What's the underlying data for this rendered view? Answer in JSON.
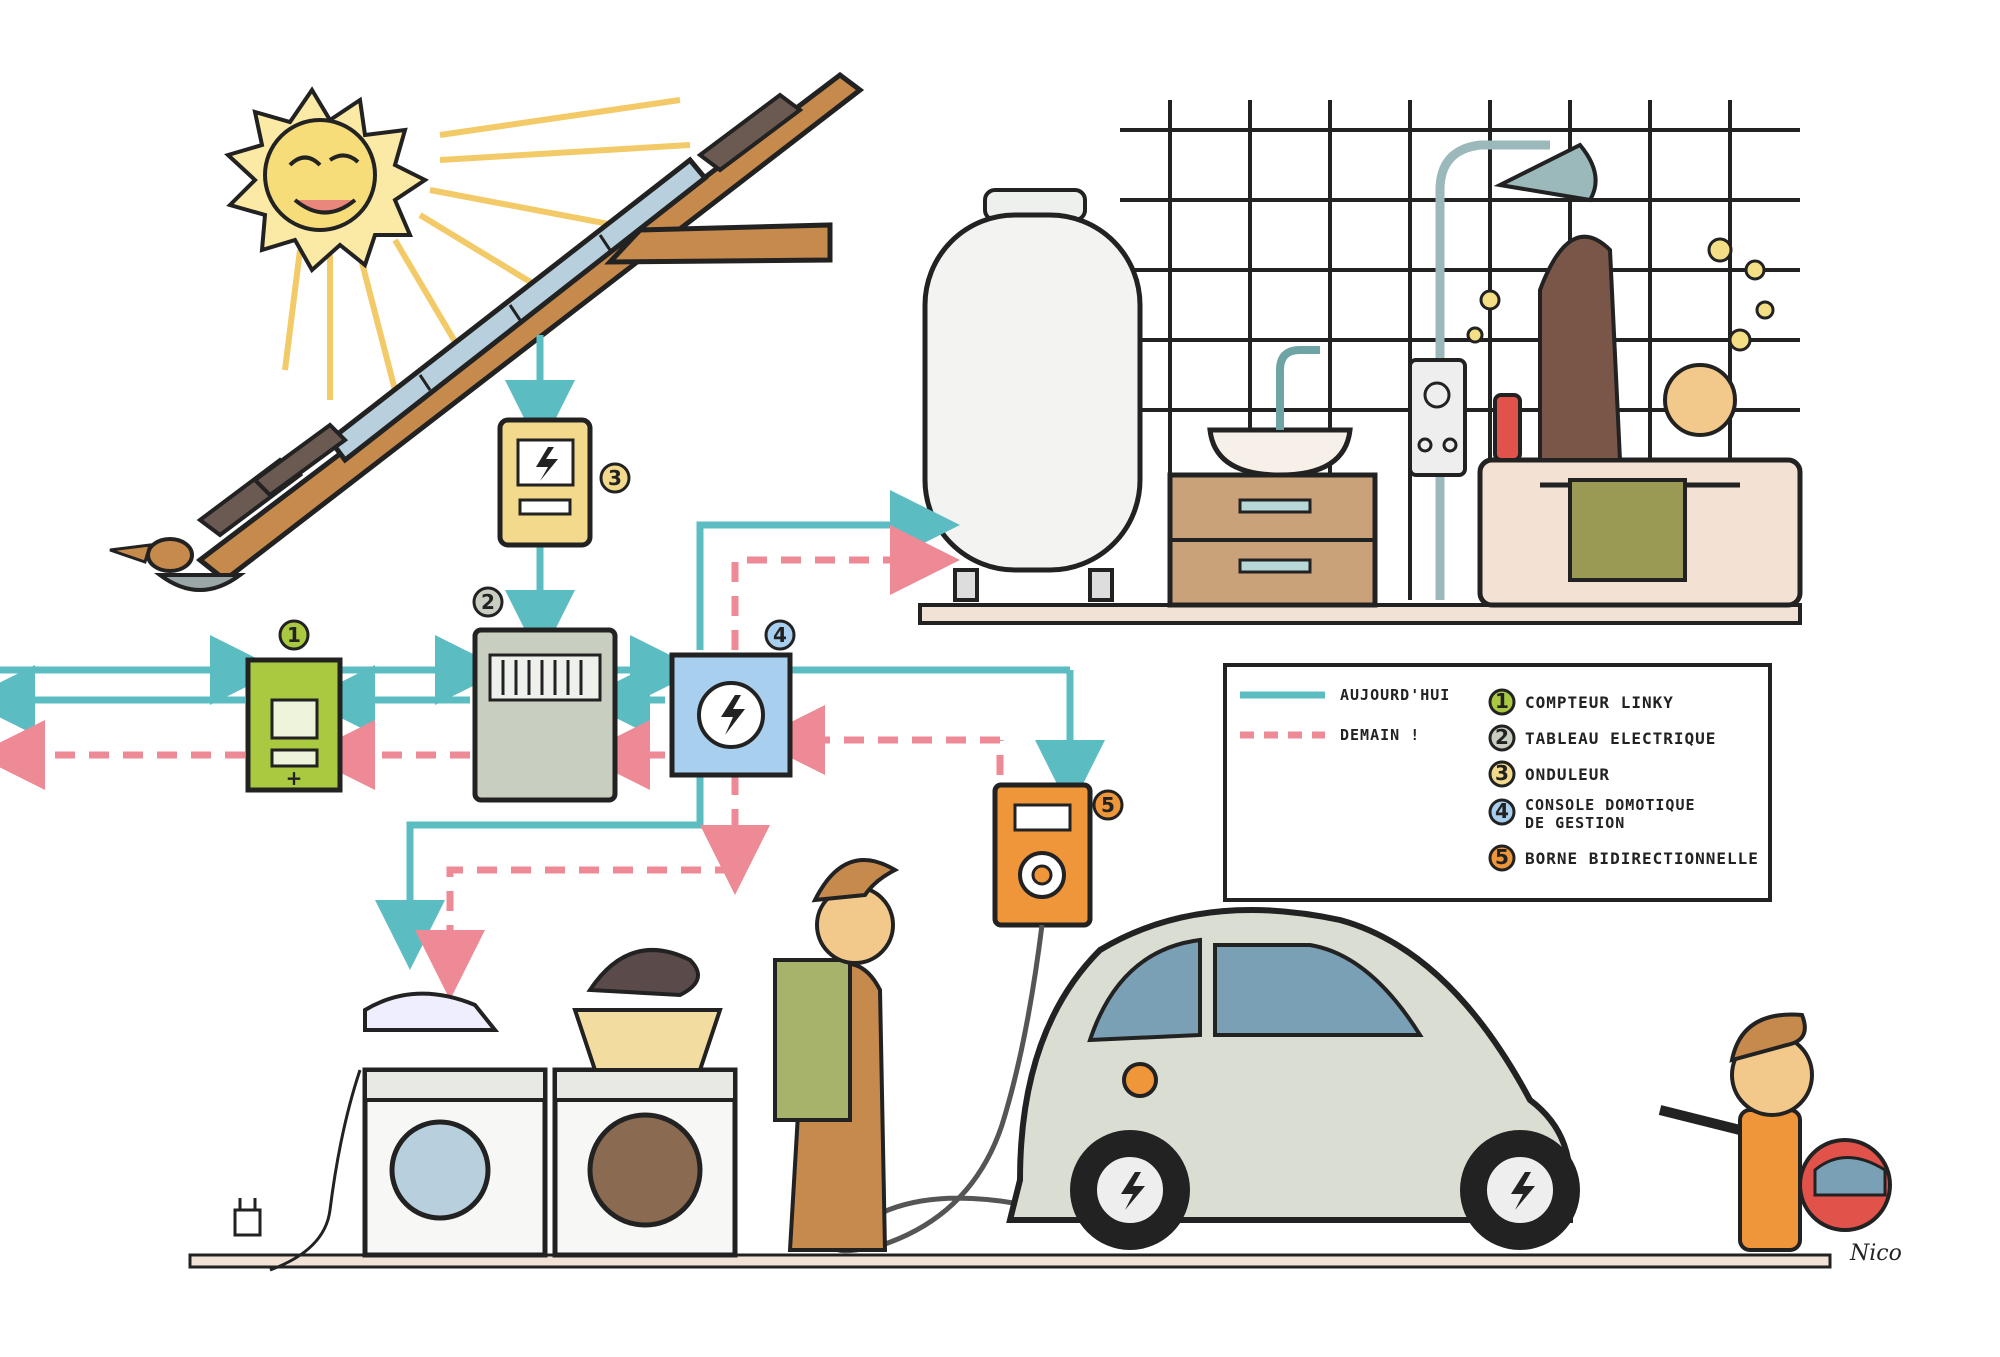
{
  "colors": {
    "today": "#5bbcc2",
    "tomorrow": "#ee8a96",
    "linky": "#a9c940",
    "tableau": "#c9cfc0",
    "onduleur": "#f2d98c",
    "console": "#a9cfee",
    "borne": "#f0963a",
    "outline": "#222222"
  },
  "legend": {
    "today_label": "AUJOURD'HUI",
    "tomorrow_label": "DEMAIN !",
    "items": [
      {
        "num": "1",
        "label": "COMPTEUR LINKY",
        "color": "#a9c940"
      },
      {
        "num": "2",
        "label": "TABLEAU ELECTRIQUE",
        "color": "#c9cfc0"
      },
      {
        "num": "3",
        "label": "ONDULEUR",
        "color": "#f2d98c"
      },
      {
        "num": "4",
        "label_line1": "CONSOLE DOMOTIQUE",
        "label_line2": "DE GESTION",
        "color": "#a9cfee"
      },
      {
        "num": "5",
        "label": "BORNE BIDIRECTIONNELLE",
        "color": "#f0963a"
      }
    ]
  },
  "devices": {
    "linky_num": "1",
    "tableau_num": "2",
    "onduleur_num": "3",
    "console_num": "4",
    "borne_num": "5",
    "linky_display": "+ -",
    "linky_plus": "+"
  },
  "icons": [
    "sun-icon",
    "lightning-icon",
    "plug-icon",
    "car-icon",
    "shower-icon",
    "helmet-icon"
  ],
  "signature": "Nico"
}
